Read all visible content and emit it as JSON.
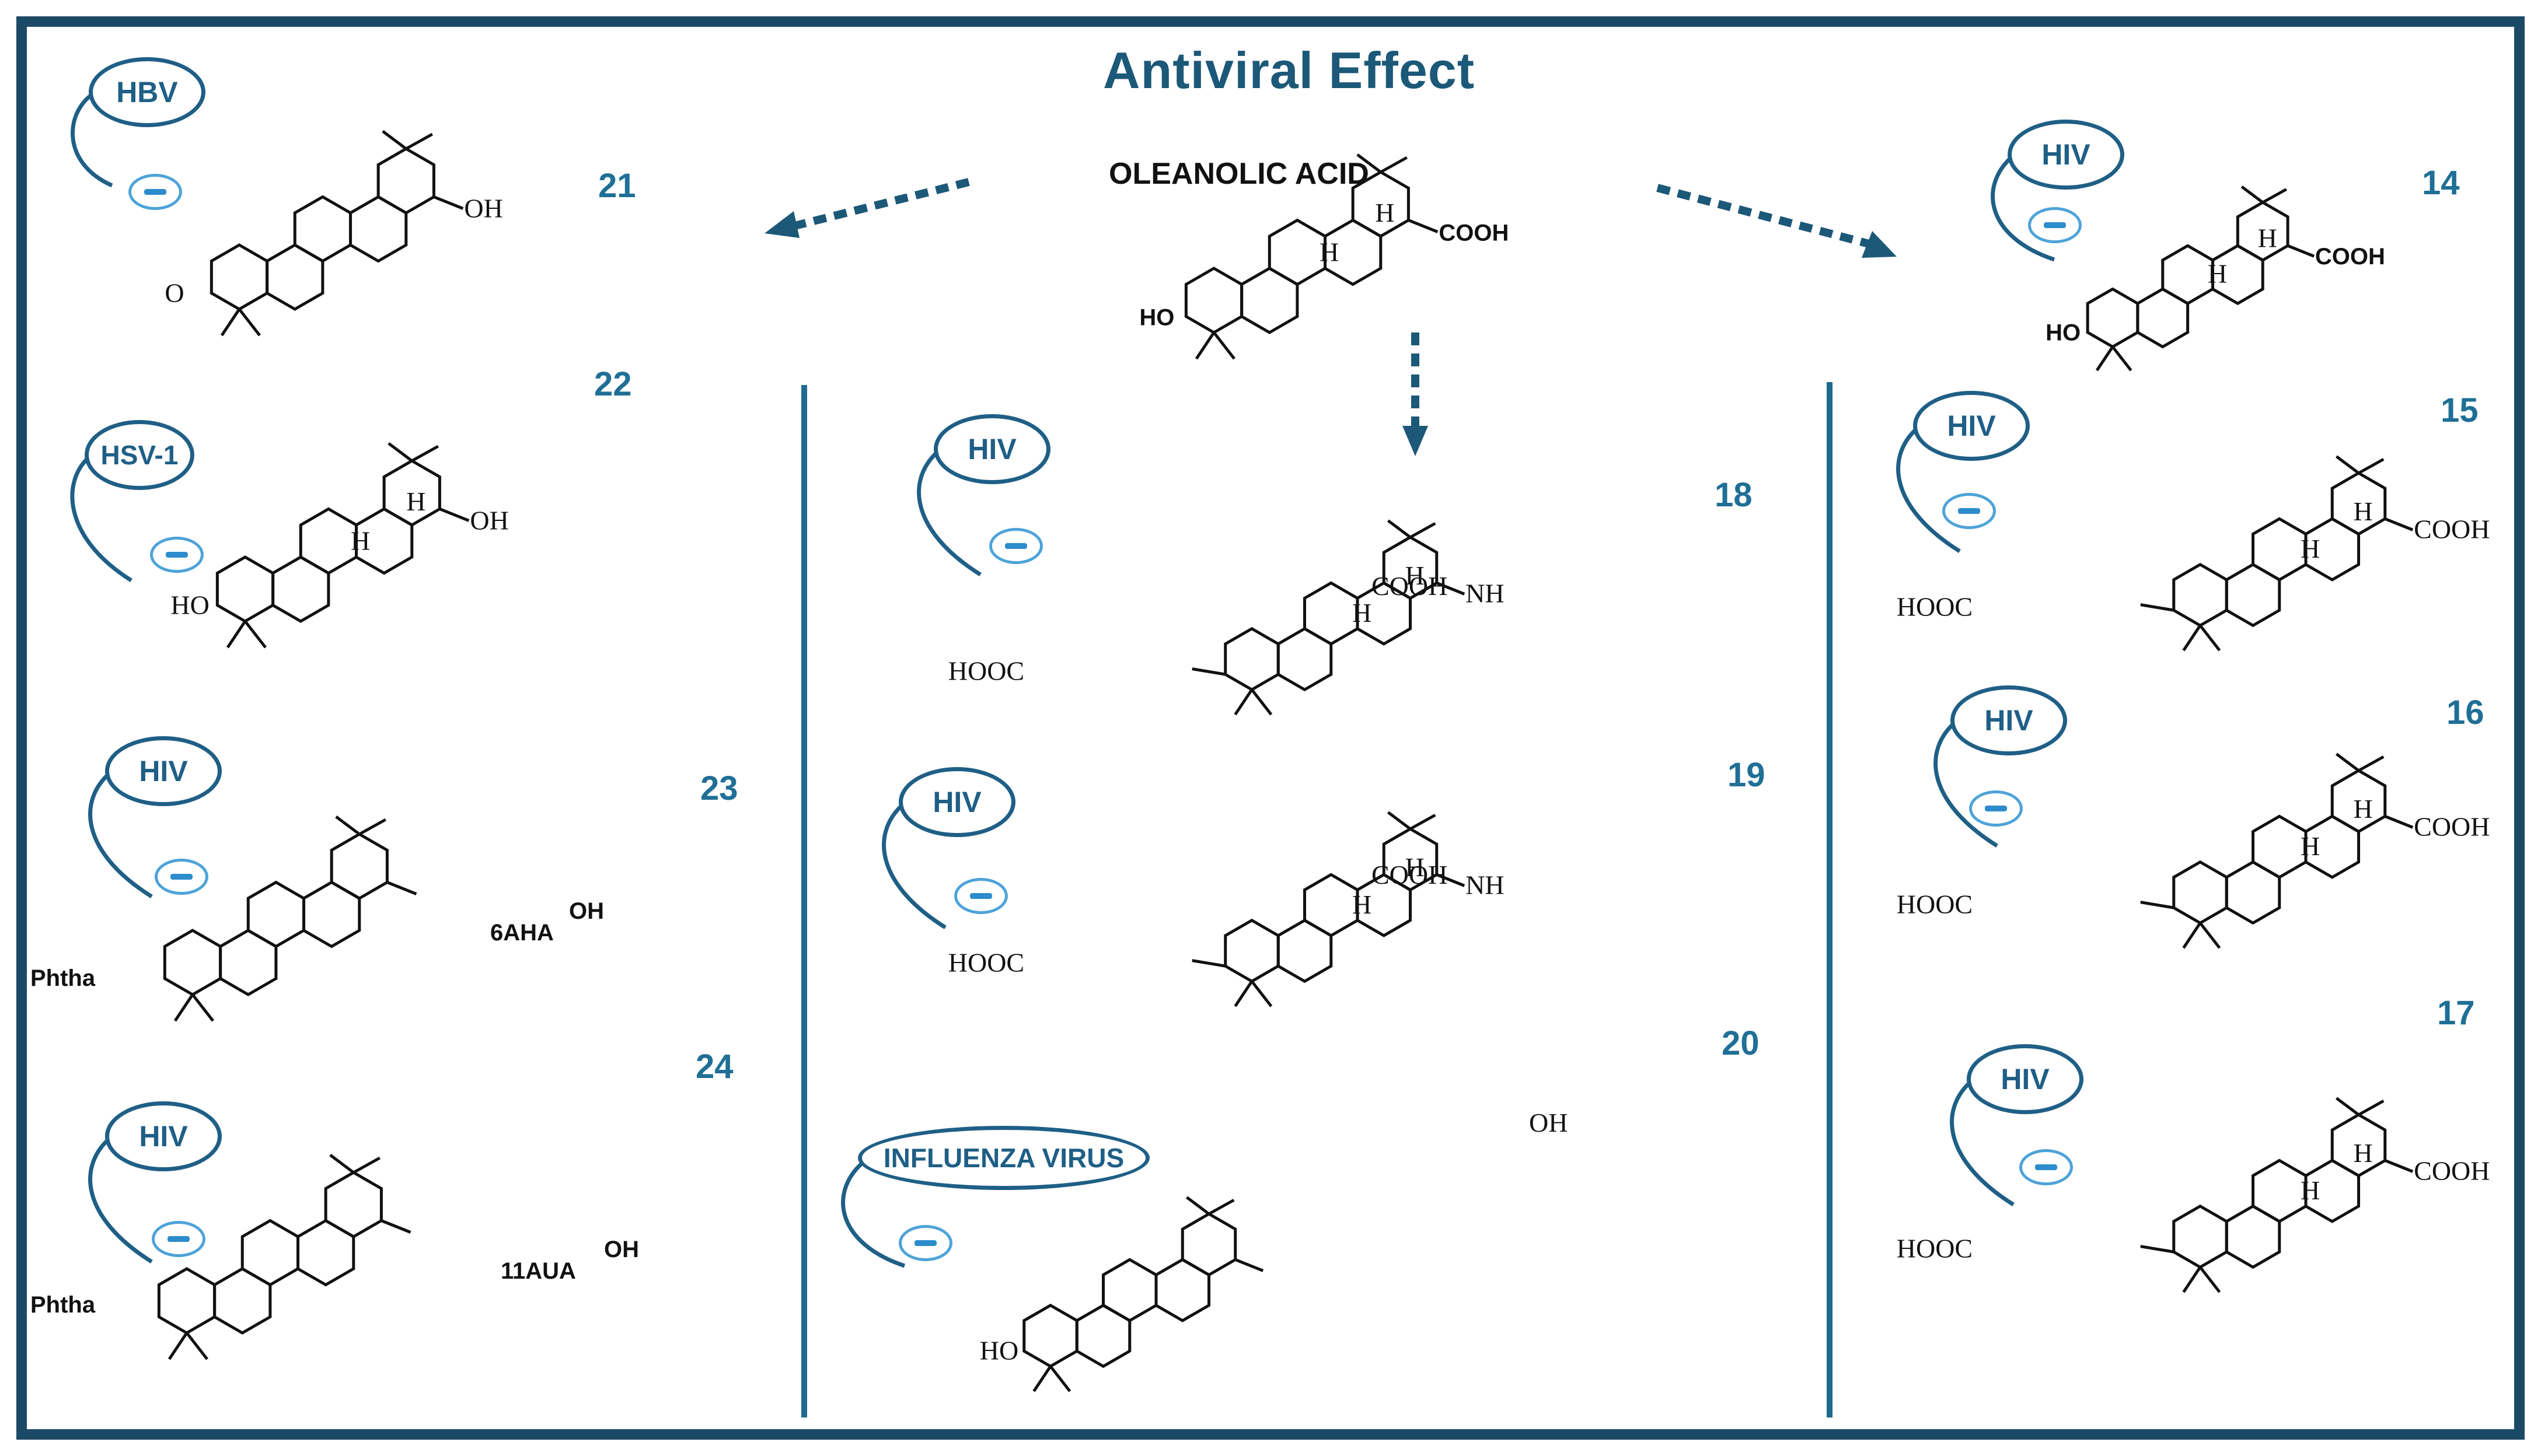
{
  "title": "Antiviral Effect",
  "center_compound": "OLEANOLIC ACID",
  "colors": {
    "border": "#1b4a66",
    "title": "#1c5878",
    "accent": "#1f5f86",
    "minus": "#2c8ccc",
    "number": "#1f6f96"
  },
  "compounds": [
    {
      "id": "21",
      "virus": "HBV"
    },
    {
      "id": "22",
      "virus": "HSV-1"
    },
    {
      "id": "23",
      "virus": "HIV",
      "label": "6AHA",
      "prefix": "Phtha"
    },
    {
      "id": "24",
      "virus": "HIV",
      "label": "11AUA",
      "prefix": "Phtha"
    },
    {
      "id": "18",
      "virus": "HIV"
    },
    {
      "id": "19",
      "virus": "HIV"
    },
    {
      "id": "20",
      "virus": "INFLUENZA VIRUS"
    },
    {
      "id": "14",
      "virus": "HIV"
    },
    {
      "id": "15",
      "virus": "HIV"
    },
    {
      "id": "16",
      "virus": "HIV"
    },
    {
      "id": "17",
      "virus": "HIV"
    }
  ],
  "chem_labels": {
    "oh": "OH",
    "ho": "HO",
    "o": "O",
    "h": "H",
    "cooh": "COOH",
    "hooc": "HOOC",
    "nh": "NH",
    "oh2": "OH"
  }
}
